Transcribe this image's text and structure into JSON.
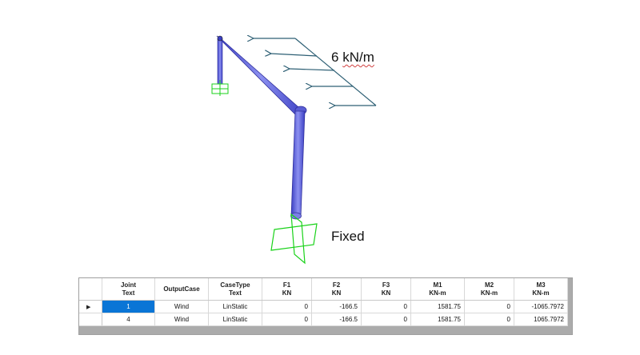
{
  "diagram": {
    "load_label_value": "6",
    "load_label_unit": "kN/m",
    "support_label": "Fixed",
    "colors": {
      "member": "#6a6ee0",
      "member_edge": "#2f2f9c",
      "support": "#19d219",
      "load_arrow": "#2d5f74"
    }
  },
  "table": {
    "columns": [
      {
        "line1": "",
        "line2": ""
      },
      {
        "line1": "Joint",
        "line2": "Text"
      },
      {
        "line1": "OutputCase",
        "line2": ""
      },
      {
        "line1": "CaseType",
        "line2": "Text"
      },
      {
        "line1": "F1",
        "line2": "KN"
      },
      {
        "line1": "F2",
        "line2": "KN"
      },
      {
        "line1": "F3",
        "line2": "KN"
      },
      {
        "line1": "M1",
        "line2": "KN-m"
      },
      {
        "line1": "M2",
        "line2": "KN-m"
      },
      {
        "line1": "M3",
        "line2": "KN-m"
      }
    ],
    "rows": [
      {
        "joint": "1",
        "case": "Wind",
        "type": "LinStatic",
        "f1": "0",
        "f2": "-166.5",
        "f3": "0",
        "m1": "1581.75",
        "m2": "0",
        "m3": "-1065.7972"
      },
      {
        "joint": "4",
        "case": "Wind",
        "type": "LinStatic",
        "f1": "0",
        "f2": "-166.5",
        "f3": "0",
        "m1": "1581.75",
        "m2": "0",
        "m3": "1065.7972"
      }
    ],
    "current_row_marker": "▶"
  }
}
